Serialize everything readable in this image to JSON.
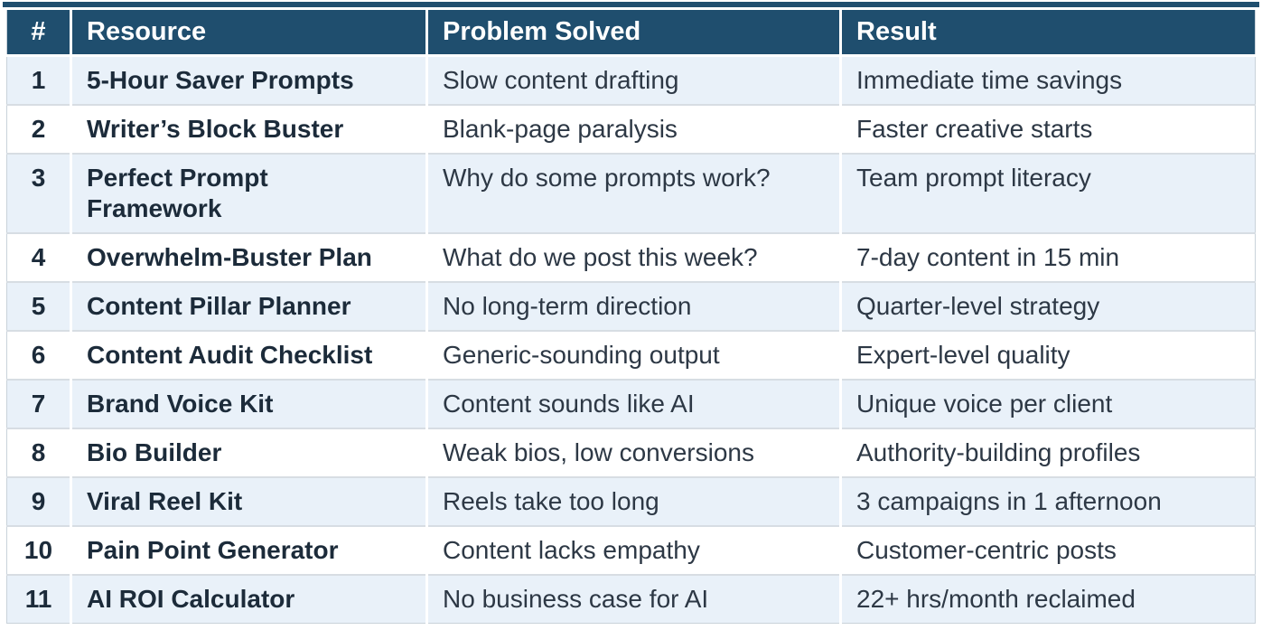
{
  "chart_data": {
    "type": "table",
    "columns": [
      "#",
      "Resource",
      "Problem Solved",
      "Result"
    ],
    "rows": [
      {
        "num": "1",
        "resource": "5-Hour Saver Prompts",
        "problem": "Slow content drafting",
        "result": "Immediate time savings"
      },
      {
        "num": "2",
        "resource": "Writer’s Block Buster",
        "problem": "Blank-page paralysis",
        "result": "Faster creative starts"
      },
      {
        "num": "3",
        "resource": "Perfect Prompt\nFramework",
        "problem": "Why do some prompts work?",
        "result": "Team prompt literacy"
      },
      {
        "num": "4",
        "resource": "Overwhelm-Buster Plan",
        "problem": "What do we post this week?",
        "result": "7-day content in 15 min"
      },
      {
        "num": "5",
        "resource": "Content Pillar Planner",
        "problem": "No long-term direction",
        "result": "Quarter-level strategy"
      },
      {
        "num": "6",
        "resource": "Content Audit Checklist",
        "problem": "Generic-sounding output",
        "result": "Expert-level quality"
      },
      {
        "num": "7",
        "resource": "Brand Voice Kit",
        "problem": "Content sounds like AI",
        "result": "Unique voice per client"
      },
      {
        "num": "8",
        "resource": "Bio Builder",
        "problem": "Weak bios, low conversions",
        "result": "Authority-building profiles"
      },
      {
        "num": "9",
        "resource": "Viral Reel Kit",
        "problem": "Reels take too long",
        "result": "3 campaigns in 1 afternoon"
      },
      {
        "num": "10",
        "resource": "Pain Point Generator",
        "problem": "Content lacks empathy",
        "result": "Customer-centric posts"
      },
      {
        "num": "11",
        "resource": "AI ROI Calculator",
        "problem": "No business case for AI",
        "result": "22+ hrs/month reclaimed"
      }
    ],
    "layout": {
      "header_position": "top",
      "alternating_rows": true,
      "grid": "light horizontal dividers, white column gaps"
    }
  },
  "colors": {
    "header_bg": "#1f4e6e",
    "header_text": "#ffffff",
    "row_alt_bg": "#e9f1f9",
    "row_bg": "#ffffff",
    "bold_text": "#1c2b3a",
    "body_text": "#2d3845",
    "divider": "#d7dde3",
    "outer_border": "#c9d2da"
  }
}
